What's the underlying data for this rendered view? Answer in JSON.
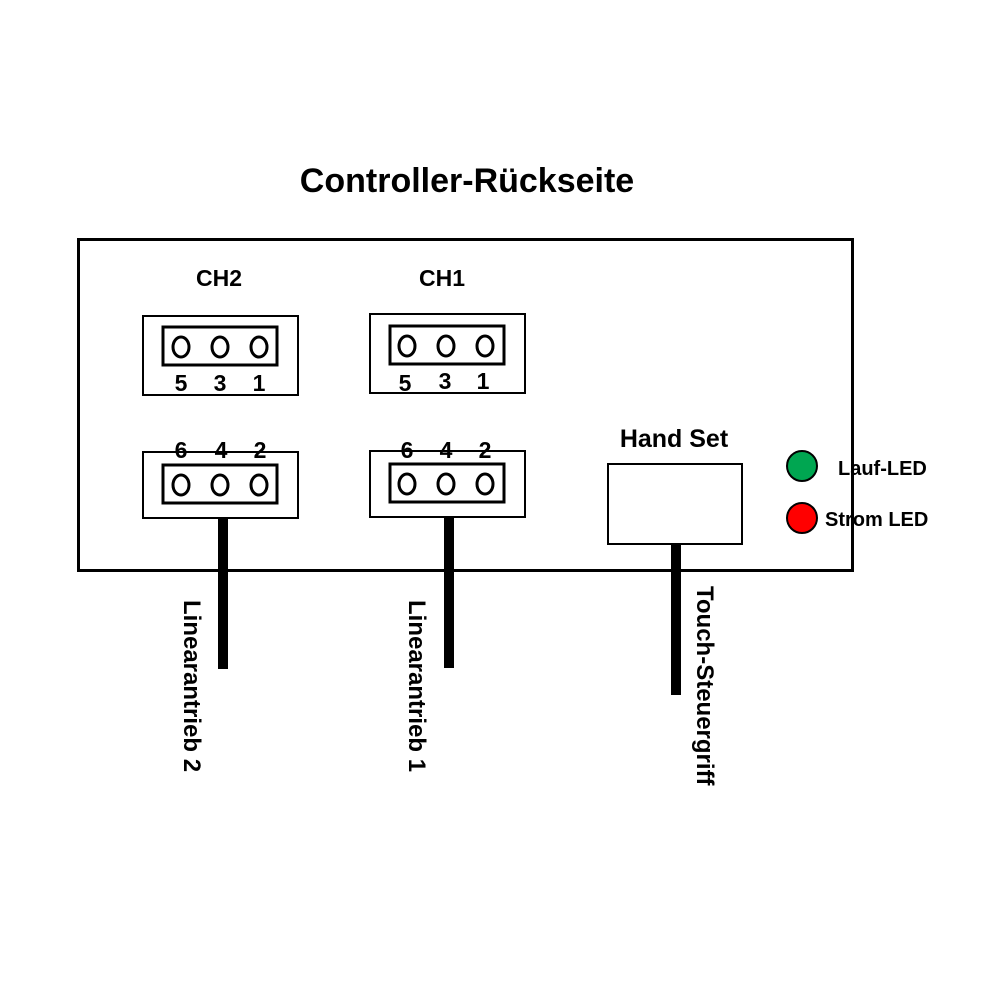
{
  "title": "Controller-Rückseite",
  "channels": [
    {
      "id": "ch2",
      "label": "CH2",
      "top_pins": [
        "5",
        "3",
        "1"
      ],
      "bottom_pins": [
        "6",
        "4",
        "2"
      ],
      "cable_label": "Linearantrieb 2"
    },
    {
      "id": "ch1",
      "label": "CH1",
      "top_pins": [
        "5",
        "3",
        "1"
      ],
      "bottom_pins": [
        "6",
        "4",
        "2"
      ],
      "cable_label": "Linearantrieb 1"
    }
  ],
  "handset": {
    "label": "Hand Set",
    "cable_label": "Touch-Steuergriff"
  },
  "leds": [
    {
      "label": "Lauf-LED",
      "color": "#00a651"
    },
    {
      "label": "Strom LED",
      "color": "#ff0000"
    }
  ],
  "colors": {
    "line": "#000000",
    "background": "#ffffff"
  }
}
